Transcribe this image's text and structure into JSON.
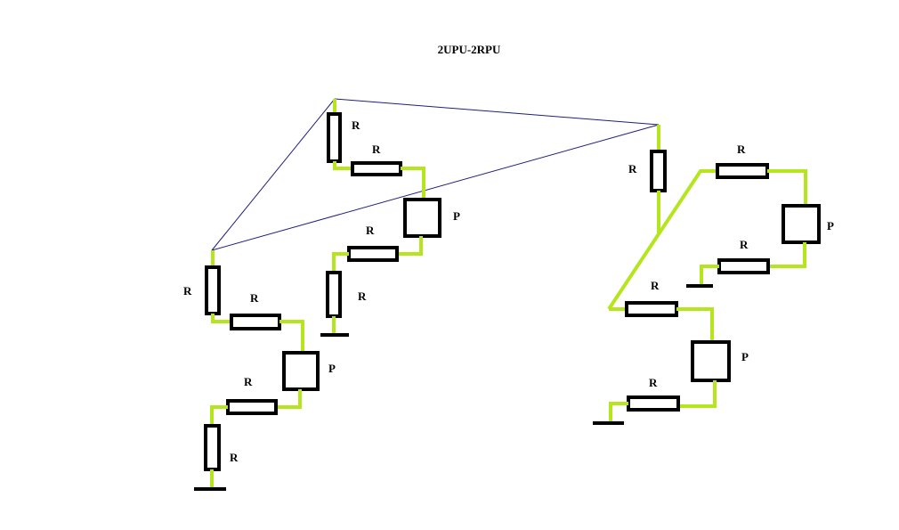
{
  "title": "2UPU-2RPU",
  "labels": {
    "r": "R",
    "p": "P"
  },
  "colors": {
    "link": "#b5e61d",
    "component": "#000000",
    "platform": "#1f1f7a",
    "background": "#ffffff"
  }
}
